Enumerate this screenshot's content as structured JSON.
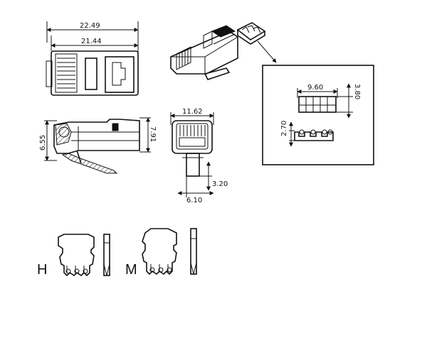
{
  "dimensions": {
    "top_overall_length": "22.49",
    "top_body_length": "21.44",
    "side_height_front": "6.55",
    "side_height_total": "7.91",
    "end_width": "11.62",
    "end_tab_width": "6.10",
    "end_tab_height": "3.20",
    "insert_width": "9.60",
    "insert_height": "3.80",
    "insert_base_height": "2.70"
  },
  "contact_labels": {
    "h": "H",
    "m": "M"
  },
  "colors": {
    "line": "#111111",
    "background": "#ffffff"
  }
}
